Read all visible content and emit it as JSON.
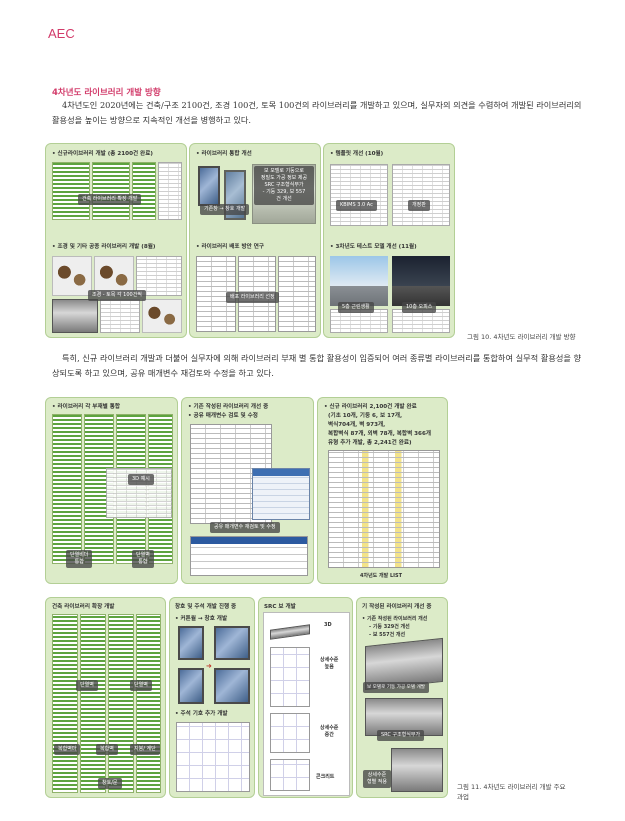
{
  "header": {
    "brand": "AEC"
  },
  "section": {
    "title": "4차년도 라이브러리 개발 방향",
    "para1": "4차년도인 2020년에는 건축/구조 2100건, 조경 100건, 토목 100건의 라이브러리를 개발하고 있으며, 실무자의 의견을 수렴하여 개발된 라이브러리의 활용성을 높이는 방향으로 지속적인 개선을 병행하고 있다.",
    "para2": "특히, 신규 라이브러리 개발과 더불어 실무자에 의해 라이브러리 부재 별 통합 활용성이 입증되어 여러 종류별 라이브러리를 통합하여 실무적 활용성을 향상되도록 하고 있으며, 공유 매개변수 재검토와 수정을 하고 있다."
  },
  "fig10": {
    "caption": "그림 10. 4차년도 라이브러리 개발 방향",
    "p1": {
      "label1": "신규라이브러리 개발 (총 2100건 완료)",
      "tag1": "건축 라이브러리 확장 개발",
      "label2": "조경 및 기타 공종 라이브러리 개발 (8월)",
      "tag2": "조경 - 토목 각 100건씩"
    },
    "p2": {
      "label1": "라이브러리 통합 개선",
      "tag_a": "기존창 → 창호 개발",
      "tag_b1": "보 모델로 기둥으로",
      "tag_b2": "정밀도 가공 정보 제공",
      "tag_b3": "SRC 구조형식부가",
      "tag_b4": "- 기둥 329, 보 557",
      "tag_b5": "건 개선",
      "label2": "라이브러리 배포 방안 연구",
      "tag2": "배포 라이브러리 선정"
    },
    "p3": {
      "label1": "템플릿 개선 (10월)",
      "tag_a": "KBIMS 3.0 Ac",
      "tag_b": "개정판",
      "label2": "3차년도 테스트 모델 개선 (11월)",
      "tag_c": "5층 근린생활",
      "tag_d": "10층 오피스"
    }
  },
  "fig11": {
    "caption_l1": "그림 11. 4차년도 라이브러리 개발 주요",
    "caption_l2": "과업",
    "p1": {
      "label": "라이브러리 각 부재별 통합",
      "tag_3d": "3D 예시",
      "tag_a1": "단열비더",
      "tag_a2": "통합",
      "tag_b1": "단열벽",
      "tag_b2": "통합"
    },
    "p2": {
      "label1": "기존 작성된 라이브러리 개선 중",
      "label2": "공유 매개변수 검토 및 수정",
      "tag": "공유 매개변수 재검토 및 수정"
    },
    "p3": {
      "label1": "신규 라이브러리 2,100건 개발 완료",
      "line2": "(기초 10개, 기둥 6, 보 17개,",
      "line3": "벽식704개, 벽 973개,",
      "line4": "복합벽식 87개, 외벽 78개, 복합벽 366개",
      "line5": "유형 추가 개발, 총 2,241건 완료)",
      "list_label": "4차년도 개발 LIST"
    },
    "row2": {
      "a": {
        "title": "건축 라이브러리 확장 개발",
        "tag1": "단열벽",
        "tag2": "단열벽",
        "tag3": "복합벽마",
        "tag4": "복합벽",
        "tag5": "지붕/ 계단",
        "tag6": "창호/문"
      },
      "b": {
        "title": "창호 및 주석 개발 진행 중",
        "label1": "커튼월 → 창호 개발",
        "label2": "주석 기호 추가 개발"
      },
      "c": {
        "title": "SRC 보 개발",
        "label_3d": "3D",
        "label_detail1a": "상세수준",
        "label_detail1b": "높음",
        "label_detail2a": "상세수준",
        "label_detail2b": "중간",
        "label_concrete": "콘크리트"
      },
      "d": {
        "title": "기 작성된 라이브러리 개선 중",
        "label1": "기존 작성된 라이브러리 개선",
        "label2": "- 기둥 329건 개선",
        "label3": "- 보 557건 개선",
        "tag1": "보 모델로 기둥 가공 모델 개발",
        "tag2": "SRC 구조형식부가",
        "tag3a": "상세수준",
        "tag3b": "형별 적용"
      }
    }
  }
}
